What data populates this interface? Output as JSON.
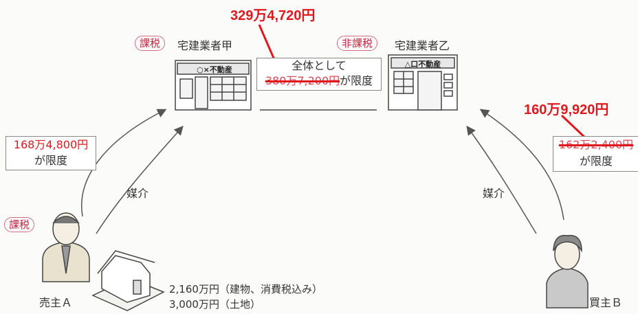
{
  "seller_a": {
    "tax_tag": "課税",
    "label": "売主Ａ",
    "limit_amount": "168万4,800円",
    "limit_suffix": "が限度"
  },
  "buyer_b": {
    "label": "買主Ｂ",
    "limit_old": "162万2,400円",
    "limit_new": "160万9,920円",
    "limit_suffix": "が限度"
  },
  "broker_ko": {
    "tax_tag": "課税",
    "name": "宅建業者甲",
    "sign": "○×不動産"
  },
  "broker_otsu": {
    "tax_tag": "非課税",
    "name": "宅建業者乙",
    "sign": "△口不動産"
  },
  "total": {
    "line1": "全体として",
    "old_amount": "380万7,200円",
    "new_amount": "329万4,720円",
    "suffix": "が限度"
  },
  "mediation_left": "媒介",
  "mediation_right": "媒介",
  "property": {
    "building": "2,160万円（建物、消費税込み）",
    "land": "3,000万円（土地）"
  },
  "colors": {
    "correction_red": "#e0181e",
    "tag_red": "#c0223b"
  }
}
